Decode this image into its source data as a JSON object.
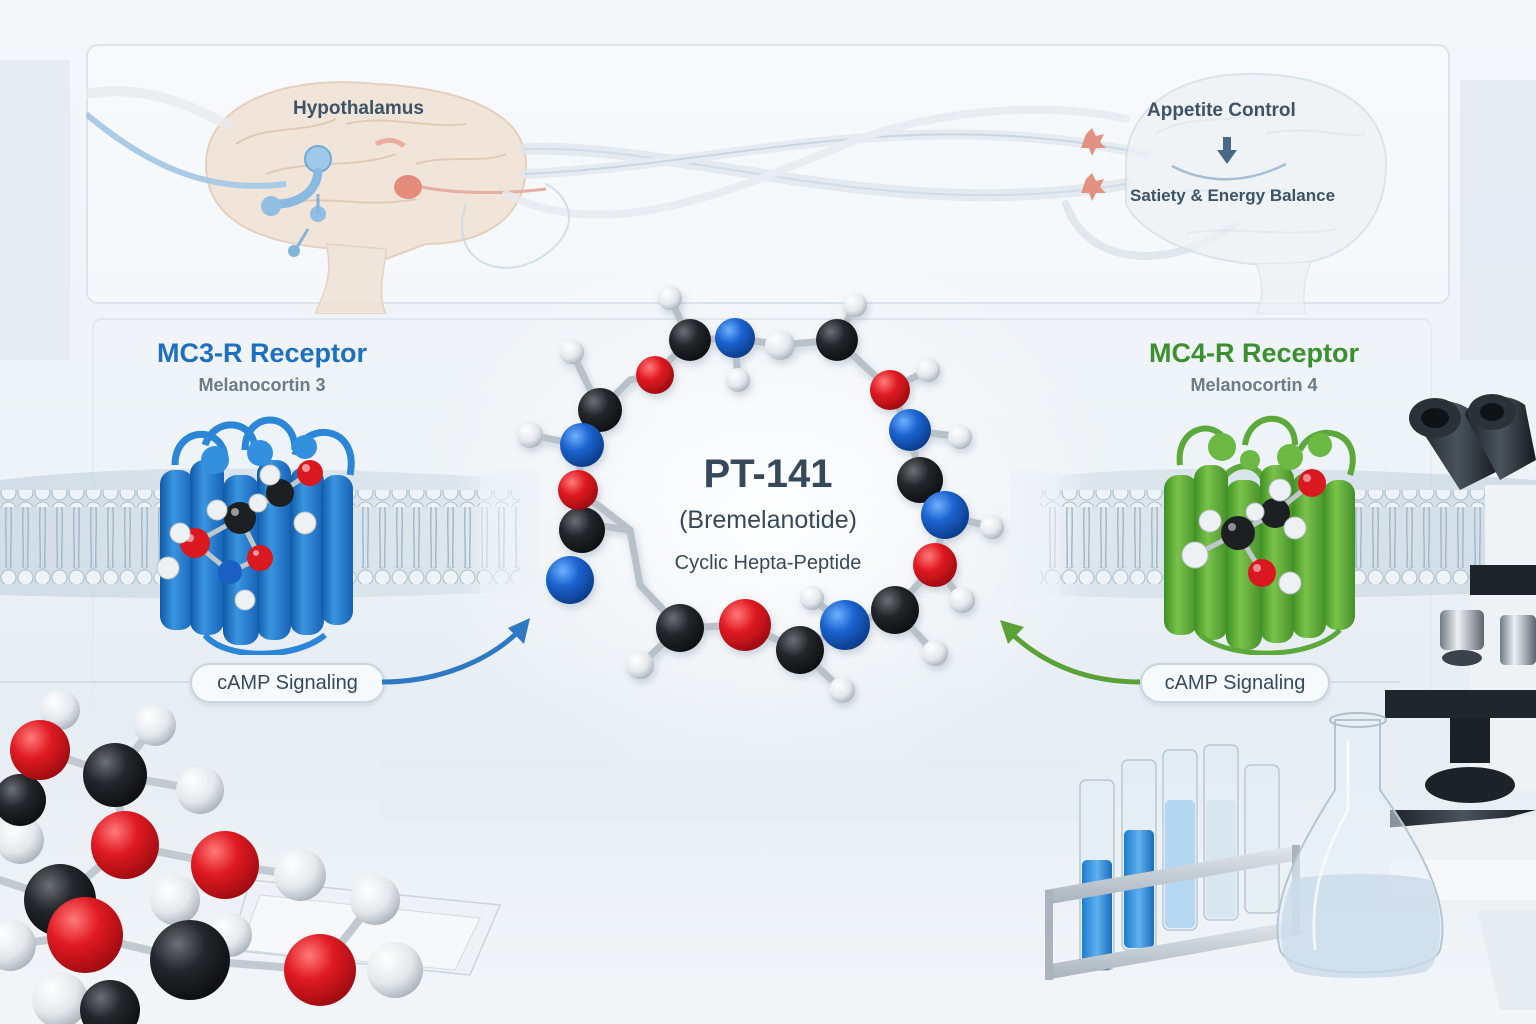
{
  "diagram": {
    "brain_panel": {
      "hypothalamus_label": "Hypothalamus",
      "appetite_label": "Appetite Control",
      "satiety_label": "Satiety & Energy Balance",
      "arrow_icon": "down-arrow"
    },
    "center_molecule": {
      "title": "PT-141",
      "subtitle": "(Bremelanotide)",
      "description": "Cyclic Hepta-Peptide"
    },
    "left_receptor": {
      "title": "MC3-R Receptor",
      "subtitle": "Melanocortin 3",
      "signal_label": "cAMP Signaling",
      "color": "#1f6fbf"
    },
    "right_receptor": {
      "title": "MC4-R Receptor",
      "subtitle": "Melanocortin 4",
      "signal_label": "cAMP Signaling",
      "color": "#3b8f2e"
    },
    "atom_colors": {
      "carbon": "#1d2023",
      "oxygen": "#d9181f",
      "nitrogen": "#1a5fc4",
      "hydrogen": "#eef1f3"
    }
  }
}
